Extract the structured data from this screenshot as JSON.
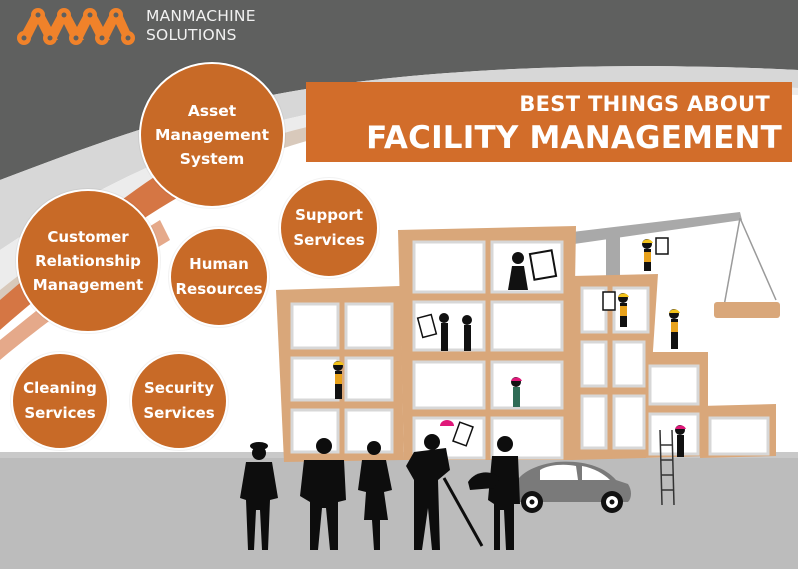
{
  "brand": {
    "name_line1": "MANMACHINE",
    "name_line2": "SOLUTIONS",
    "logo_icon": "chain-link-icon",
    "color_orange": "#f0822a",
    "color_dark_bg": "#5e5f5e"
  },
  "banner": {
    "line1": "BEST THINGS ABOUT",
    "line2": "FACILITY MANAGEMENT",
    "background": "#d26d2a"
  },
  "services": [
    {
      "id": "asset-management-system",
      "label": "Asset\nManagement\nSystem"
    },
    {
      "id": "customer-relationship-management",
      "label": "Customer\nRelationship\nManagement"
    },
    {
      "id": "human-resources",
      "label": "Human\nResources"
    },
    {
      "id": "support-services",
      "label": "Support\nServices"
    },
    {
      "id": "cleaning-services",
      "label": "Cleaning\nServices"
    },
    {
      "id": "security-services",
      "label": "Security\nServices"
    }
  ],
  "illustration": {
    "subject": "building-under-construction-with-workers",
    "elements": [
      "crane",
      "building-frame",
      "construction-workers",
      "silhouette-people",
      "car",
      "ladder"
    ],
    "building_color": "#d9a77a",
    "ground_color": "#b9b9b9",
    "circle_color": "#c86a27"
  }
}
